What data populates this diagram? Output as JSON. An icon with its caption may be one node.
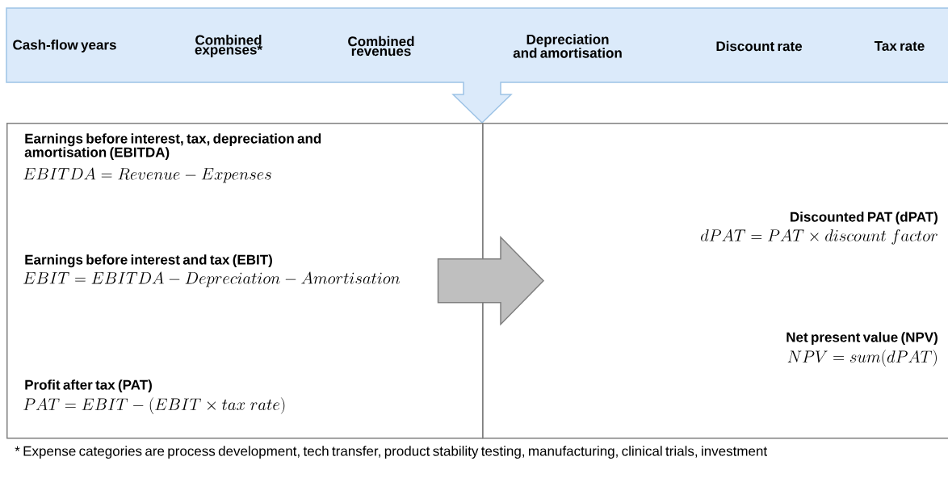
{
  "diagram": {
    "nodes": [
      {
        "text": [
          "Cash-flow years",
          "Combined expenses*",
          "Combined revenues",
          "Depreciation and amortisation",
          "Discount rate",
          "Tax rate"
        ]
      },
      {
        "text": [
          "Earnings before interest, tax, depreciation and amortisation (EBITDA)",
          "EBITDA = Revenue - Expenses",
          "Earnings before interest and tax (EBIT)",
          "EBIT = EBITDA - Depreciation - Amortisation",
          "Profit after tax (PAT)",
          "PAT = EBIT - (EBIT \\times tax\\ rate)"
        ]
      },
      {
        "text": [
          "Discounted PAT (dPAT)",
          "dPAT = PAT \\times discount\\ factor",
          "Net present value (NPV)",
          "NPV = sum(dPAT)"
        ]
      }
    ],
    "edges": [
      {
        "from": 1,
        "to": 2,
        "arrow": "to"
      }
    ],
    "labels": [
      "* Expense categories are process development, tech transfer, product stability testing, manufacturing, clinical trials, investment"
    ]
  }
}
